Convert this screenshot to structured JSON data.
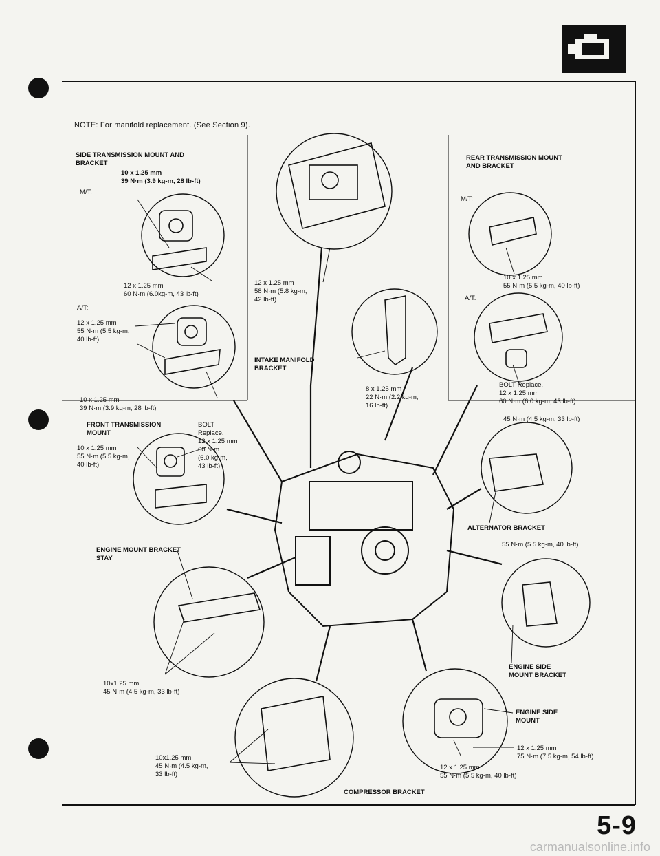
{
  "note": "NOTE: For manifold replacement. (See Section 9).",
  "labels": {
    "side_title": "SIDE TRANSMISSION MOUNT AND\nBRACKET",
    "side_spec1": "10 x 1.25 mm\n39 N·m (3.9 kg-m, 28 lb-ft)",
    "side_mt": "M/T:",
    "side_spec2": "12 x 1.25 mm\n60 N·m (6.0kg-m, 43 lb-ft)",
    "side_at": "A/T:",
    "side_spec3": "12 x 1.25 mm\n55 N·m (5.5 kg-m,\n40 lb-ft)",
    "side_spec4": "10 x 1.25 mm\n39 N·m (3.9 kg-m, 28 lb-ft)",
    "trans_spec": "12 x 1.25 mm\n58 N·m (5.8 kg-m,\n42 lb-ft)",
    "intake_title": "INTAKE MANIFOLD\nBRACKET",
    "intake_spec": "8 x 1.25 mm\n22 N·m (2.2 kg-m,\n16 lb-ft)",
    "rear_title": "REAR TRANSMISSION MOUNT\nAND BRACKET",
    "rear_mt": "M/T:",
    "rear_spec1": "10 x 1.25 mm\n55 N·m (5.5 kg-m, 40 lb-ft)",
    "rear_at": "A/T:",
    "rear_bolt": "BOLT Replace.\n12 x 1.25 mm\n60 N·m (6.0 kg-m, 43 lb-ft)",
    "front_title": "FRONT TRANSMISSION\nMOUNT",
    "front_spec1": "10 x 1.25 mm\n55 N·m (5.5 kg-m,\n40 lb-ft)",
    "front_bolt": "BOLT\nReplace.\n12 x 1.25 mm\n60 N·m\n(6.0 kg-m,\n43 lb-ft)",
    "alt_spec": "45 N·m (4.5 kg-m, 33 lb-ft)",
    "alt_title": "ALTERNATOR BRACKET",
    "stay_title": "ENGINE MOUNT BRACKET\nSTAY",
    "stay_spec": "10x1.25 mm\n45 N·m (4.5 kg-m, 33 lb-ft)",
    "side_br_spec": "55 N·m (5.5 kg-m, 40 lb-ft)",
    "side_br_title": "ENGINE SIDE\nMOUNT BRACKET",
    "comp_spec": "10x1.25 mm\n45 N·m (4.5 kg-m,\n33 lb-ft)",
    "side_mount_title": "ENGINE SIDE\nMOUNT",
    "side_mount_spec1": "12 x 1.25 mm\n75 N·m (7.5 kg-m, 54 lb-ft)",
    "side_mount_spec2": "12 x 1.25 mm\n55 N·m (5.5 kg-m, 40 lb-ft)",
    "comp_title": "COMPRESSOR BRACKET"
  },
  "page_number": "5-9",
  "watermark": "carmanualsonline.info",
  "icons": {
    "section": "engine-section-icon"
  }
}
